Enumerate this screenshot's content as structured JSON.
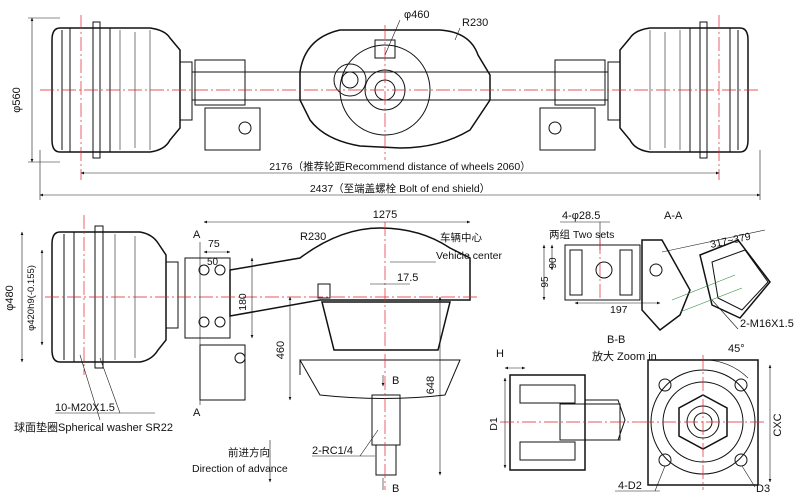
{
  "labels": {
    "d460": "φ460",
    "r230_top": "R230",
    "d560": "φ560",
    "wheel_distance": "2176（推荐轮距Recommend distance of wheels 2060）",
    "end_shield": "2437（至端盖螺栓  Bolt of end shield）",
    "w1275": "1275",
    "r230_side": "R230",
    "vehicle_center_cn": "车辆中心",
    "vehicle_center_en": "Vehicle center",
    "v17_5": "17.5",
    "a_left_top": "A",
    "a_left_bottom": "A",
    "w75": "75",
    "w50": "50",
    "h180": "180",
    "d480": "φ480",
    "d420": "φ420h9(-0.155)",
    "h460": "460",
    "h648": "648",
    "b_top": "B",
    "b_bottom": "B",
    "m20": "10-M20X1.5",
    "spherical_washer": "球面垫圈Spherical washer SR22",
    "rc14": "2-RC1/4",
    "advance_cn": "前进方向",
    "advance_en": "Direction of advance",
    "holes_285": "4-φ28.5",
    "two_sets": "两组 Two sets",
    "section_aa": "A-A",
    "range_317_379": "317~379",
    "h95": "95",
    "h90": "90",
    "w197": "197",
    "m16": "2-M16X1.5",
    "section_bb": "B-B",
    "zoom_in": "放大 Zoom in",
    "h_label": "H",
    "d1": "D1",
    "angle45": "45°",
    "cxc": "CXC",
    "d2": "4-D2",
    "d3": "D3"
  }
}
